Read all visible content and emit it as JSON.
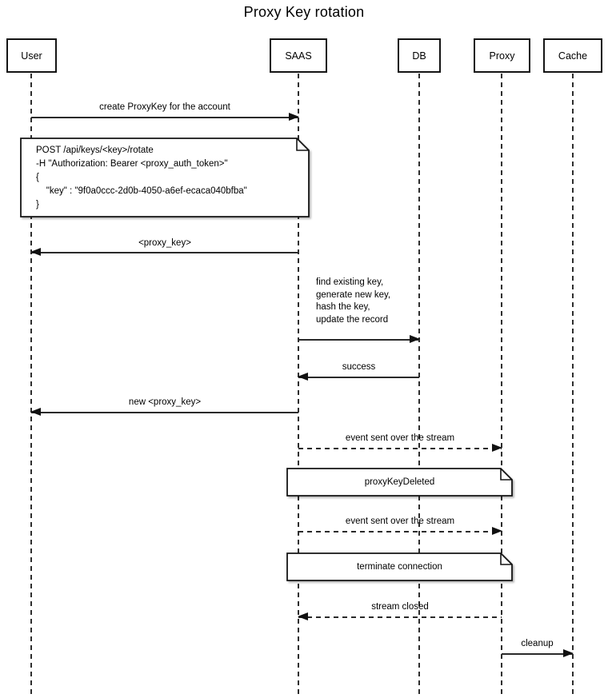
{
  "title": "Proxy Key rotation",
  "actors": [
    {
      "name": "User"
    },
    {
      "name": "SAAS"
    },
    {
      "name": "DB"
    },
    {
      "name": "Proxy"
    },
    {
      "name": "Cache"
    }
  ],
  "messages": [
    {
      "label": "create ProxyKey for the account",
      "from": "User",
      "to": "SAAS",
      "line": "solid"
    },
    {
      "label": "<proxy_key>",
      "from": "SAAS",
      "to": "User",
      "line": "solid"
    },
    {
      "label": "find existing key,\ngenerate new key,\nhash the key,\nupdate the record",
      "from": "SAAS",
      "to": "DB",
      "line": "solid"
    },
    {
      "label": "success",
      "from": "DB",
      "to": "SAAS",
      "line": "solid"
    },
    {
      "label": "new <proxy_key>",
      "from": "SAAS",
      "to": "User",
      "line": "solid"
    },
    {
      "label": "event sent over the stream",
      "from": "SAAS",
      "to": "Proxy",
      "line": "dashed"
    },
    {
      "label": "event sent over the stream",
      "from": "SAAS",
      "to": "Proxy",
      "line": "dashed"
    },
    {
      "label": "stream closed",
      "from": "Proxy",
      "to": "SAAS",
      "line": "dashed"
    },
    {
      "label": "cleanup",
      "from": "Proxy",
      "to": "Cache",
      "line": "solid"
    }
  ],
  "notes": [
    {
      "text": "POST /api/keys/<key>/rotate\n-H \"Authorization: Bearer <proxy_auth_token>\"\n{\n    \"key\" : \"9f0a0ccc-2d0b-4050-a6ef-ecaca040bfba\"\n}"
    },
    {
      "text": "proxyKeyDeleted"
    },
    {
      "text": "terminate connection"
    }
  ]
}
